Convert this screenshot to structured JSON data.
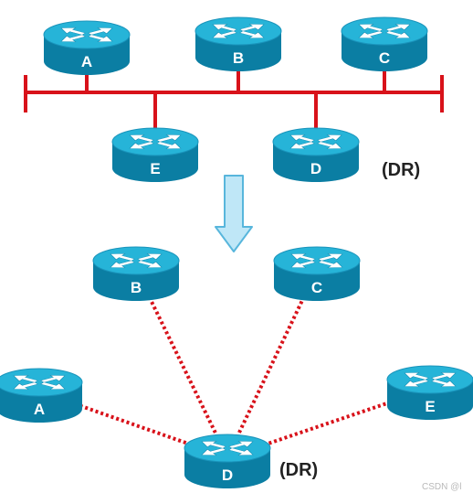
{
  "colors": {
    "router_top": "#26b4d8",
    "router_side": "#0b7ea3",
    "router_rim": "#1a94bb",
    "arrow_glyph": "#ffffff",
    "bus": "#d8121a",
    "adjacency": "#d8121a",
    "down_arrow": "#bfe7f7",
    "down_arrow_stroke": "#58b6dc",
    "label": "#222222"
  },
  "icons": {
    "router": "router-icon",
    "transition": "down-arrow-icon"
  },
  "top_network": {
    "routers": [
      {
        "id": "A",
        "label": "A"
      },
      {
        "id": "B",
        "label": "B"
      },
      {
        "id": "C",
        "label": "C"
      },
      {
        "id": "E",
        "label": "E"
      },
      {
        "id": "D",
        "label": "D"
      }
    ],
    "dr_label": "(DR)"
  },
  "bottom_network": {
    "routers": [
      {
        "id": "B",
        "label": "B"
      },
      {
        "id": "C",
        "label": "C"
      },
      {
        "id": "A",
        "label": "A"
      },
      {
        "id": "E",
        "label": "E"
      },
      {
        "id": "D",
        "label": "D"
      }
    ],
    "dr_label": "(DR)",
    "adjacencies": [
      {
        "from": "D",
        "to": "A"
      },
      {
        "from": "D",
        "to": "B"
      },
      {
        "from": "D",
        "to": "C"
      },
      {
        "from": "D",
        "to": "E"
      }
    ]
  },
  "watermark": "CSDN @l"
}
